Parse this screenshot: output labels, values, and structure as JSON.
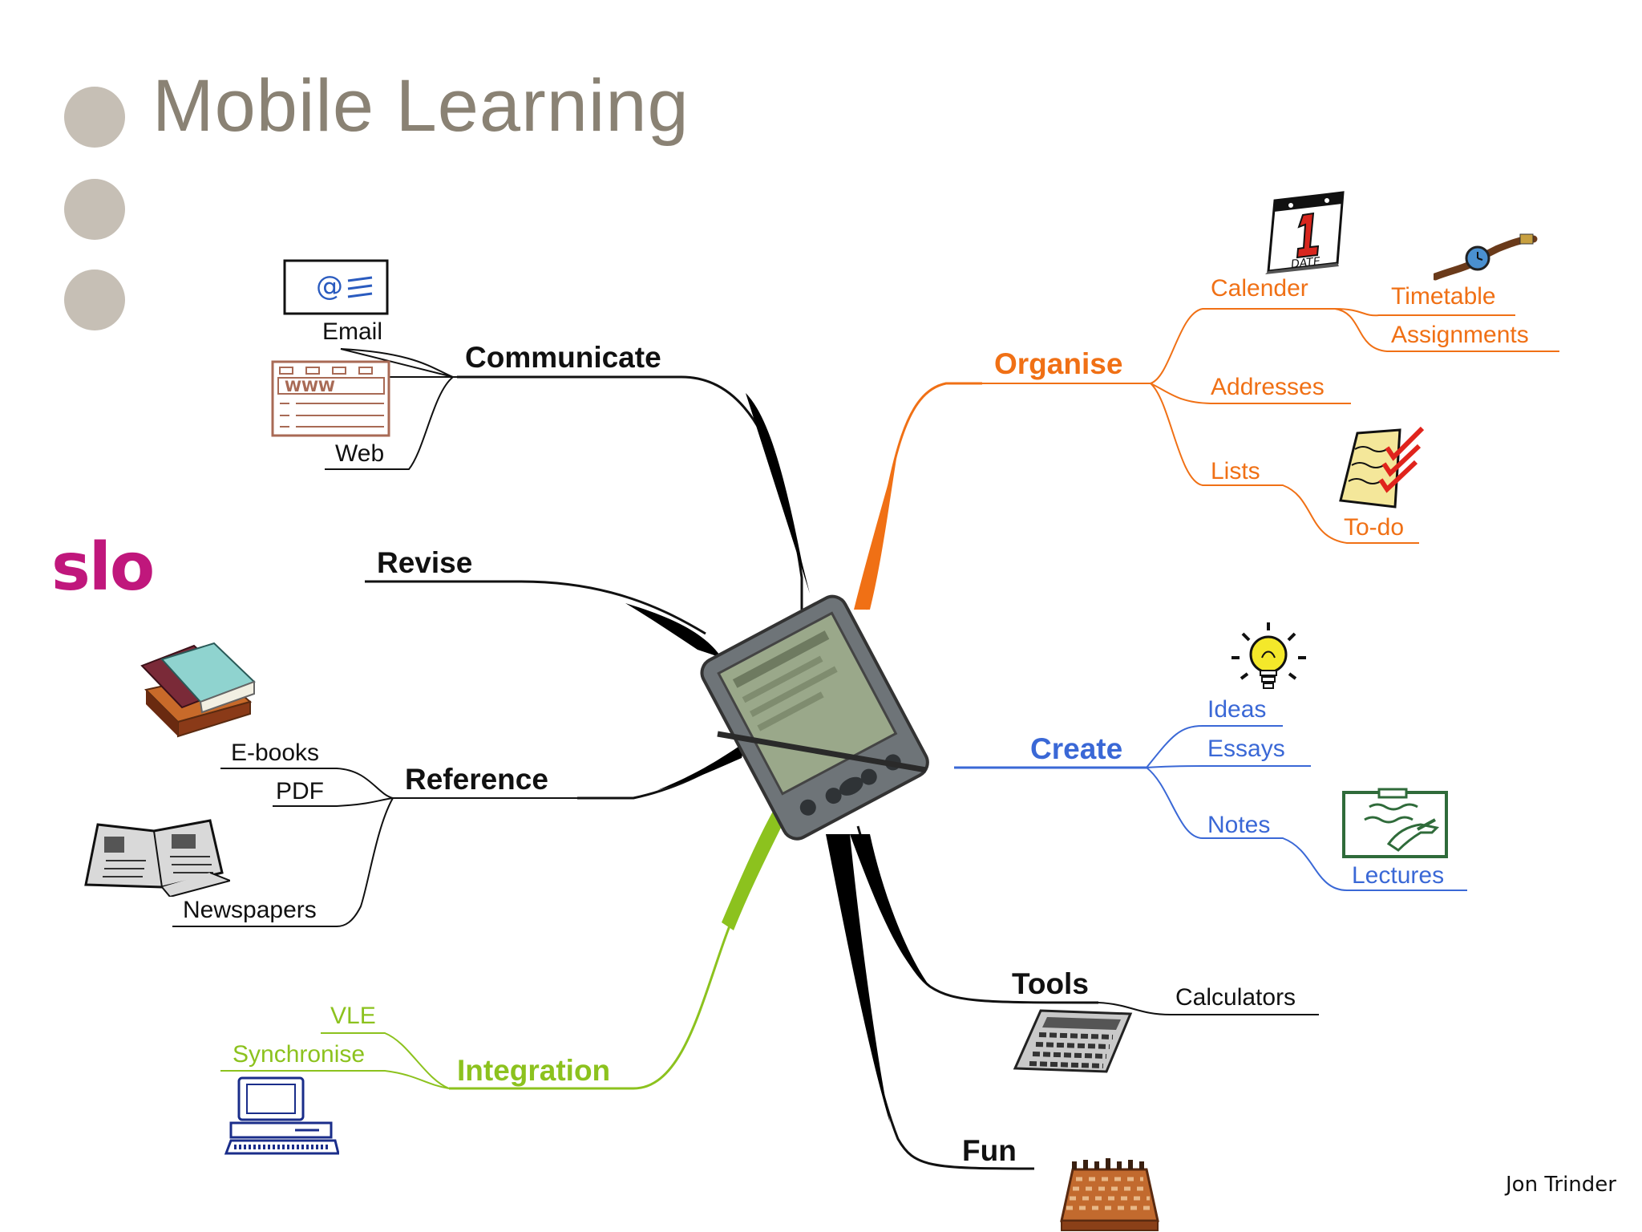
{
  "slide": {
    "title": "Mobile Learning",
    "logo": "slo",
    "author": "Jon Trinder"
  },
  "colors": {
    "communicate": "#111111",
    "organise": "#f07015",
    "create": "#3a68d6",
    "integration": "#8cc21e",
    "bullet": "#c6bfb5",
    "title": "#8a8274",
    "logo": "#c0177c"
  },
  "mindmap": {
    "center": {
      "icon": "pda-handheld-icon"
    },
    "branches": {
      "communicate": {
        "label": "Communicate",
        "children": [
          "Email",
          "Web"
        ]
      },
      "revise": {
        "label": "Revise"
      },
      "reference": {
        "label": "Reference",
        "children": [
          "E-books",
          "PDF",
          "Newspapers"
        ]
      },
      "integration": {
        "label": "Integration",
        "children": [
          "VLE",
          "Synchronise"
        ]
      },
      "organise": {
        "label": "Organise",
        "children": [
          "Calender",
          "Timetable",
          "Assignments",
          "Addresses",
          "Lists",
          "To-do"
        ]
      },
      "create": {
        "label": "Create",
        "children": [
          "Ideas",
          "Essays",
          "Notes",
          "Lectures"
        ]
      },
      "tools": {
        "label": "Tools",
        "children": [
          "Calculators"
        ]
      },
      "fun": {
        "label": "Fun"
      }
    }
  },
  "icons": [
    "email-icon",
    "web-icon",
    "books-icon",
    "newspaper-icon",
    "computer-icon",
    "calendar-icon",
    "wristwatch-icon",
    "todo-list-icon",
    "lightbulb-icon",
    "clipboard-icon",
    "calculator-icon",
    "chessboard-icon"
  ]
}
